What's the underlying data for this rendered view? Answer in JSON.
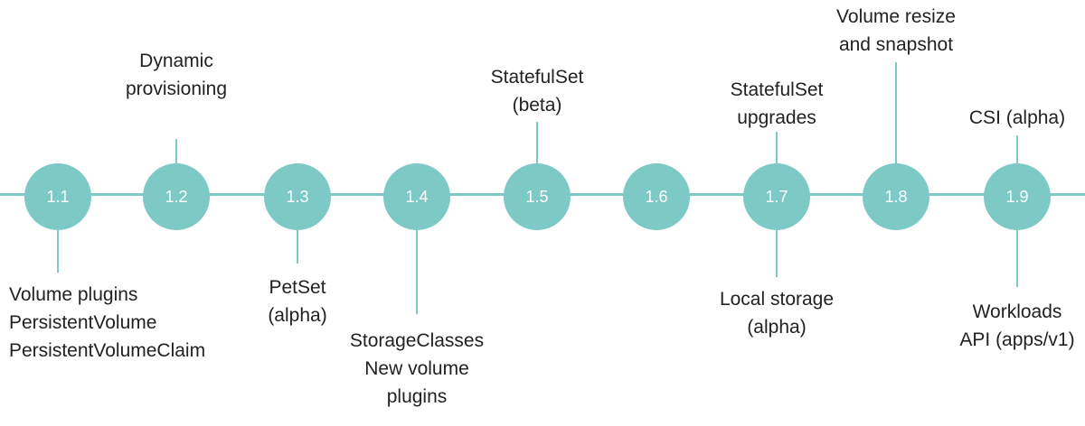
{
  "colors": {
    "accent": "#7cc9c6",
    "node_text": "#ffffff",
    "label_text": "#222222"
  },
  "releases": [
    {
      "version": "1.1",
      "below": "Volume plugins\nPersistentVolume\nPersistentVolumeClaim"
    },
    {
      "version": "1.2",
      "above": "Dynamic\nprovisioning"
    },
    {
      "version": "1.3",
      "below": "PetSet\n(alpha)"
    },
    {
      "version": "1.4",
      "below": "StorageClasses\nNew volume\nplugins"
    },
    {
      "version": "1.5",
      "above": "StatefulSet\n(beta)"
    },
    {
      "version": "1.6"
    },
    {
      "version": "1.7",
      "above": "StatefulSet\nupgrades",
      "below": "Local storage\n(alpha)"
    },
    {
      "version": "1.8",
      "above": "Volume resize\nand snapshot"
    },
    {
      "version": "1.9",
      "above": "CSI (alpha)",
      "below": "Workloads\nAPI (apps/v1)"
    }
  ]
}
